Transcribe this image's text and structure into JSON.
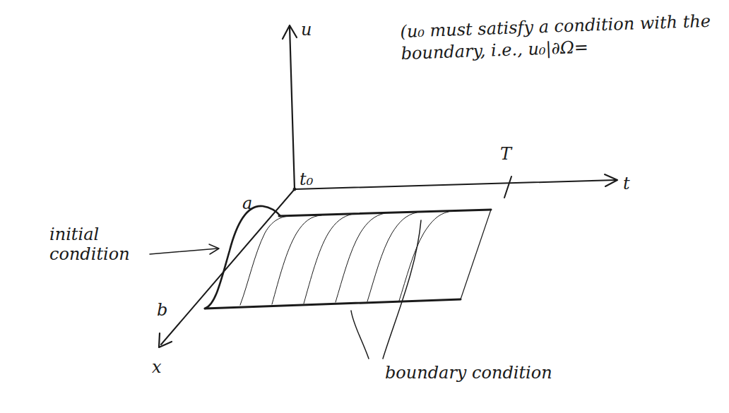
{
  "diagram": {
    "labels": [
      "u",
      "t₀",
      "t",
      "T",
      "a",
      "b",
      "x",
      "initial condition",
      "boundary condition",
      "(u₀ must satisfy a condition with the boundary, i.e., u₀|∂Ω="
    ]
  }
}
